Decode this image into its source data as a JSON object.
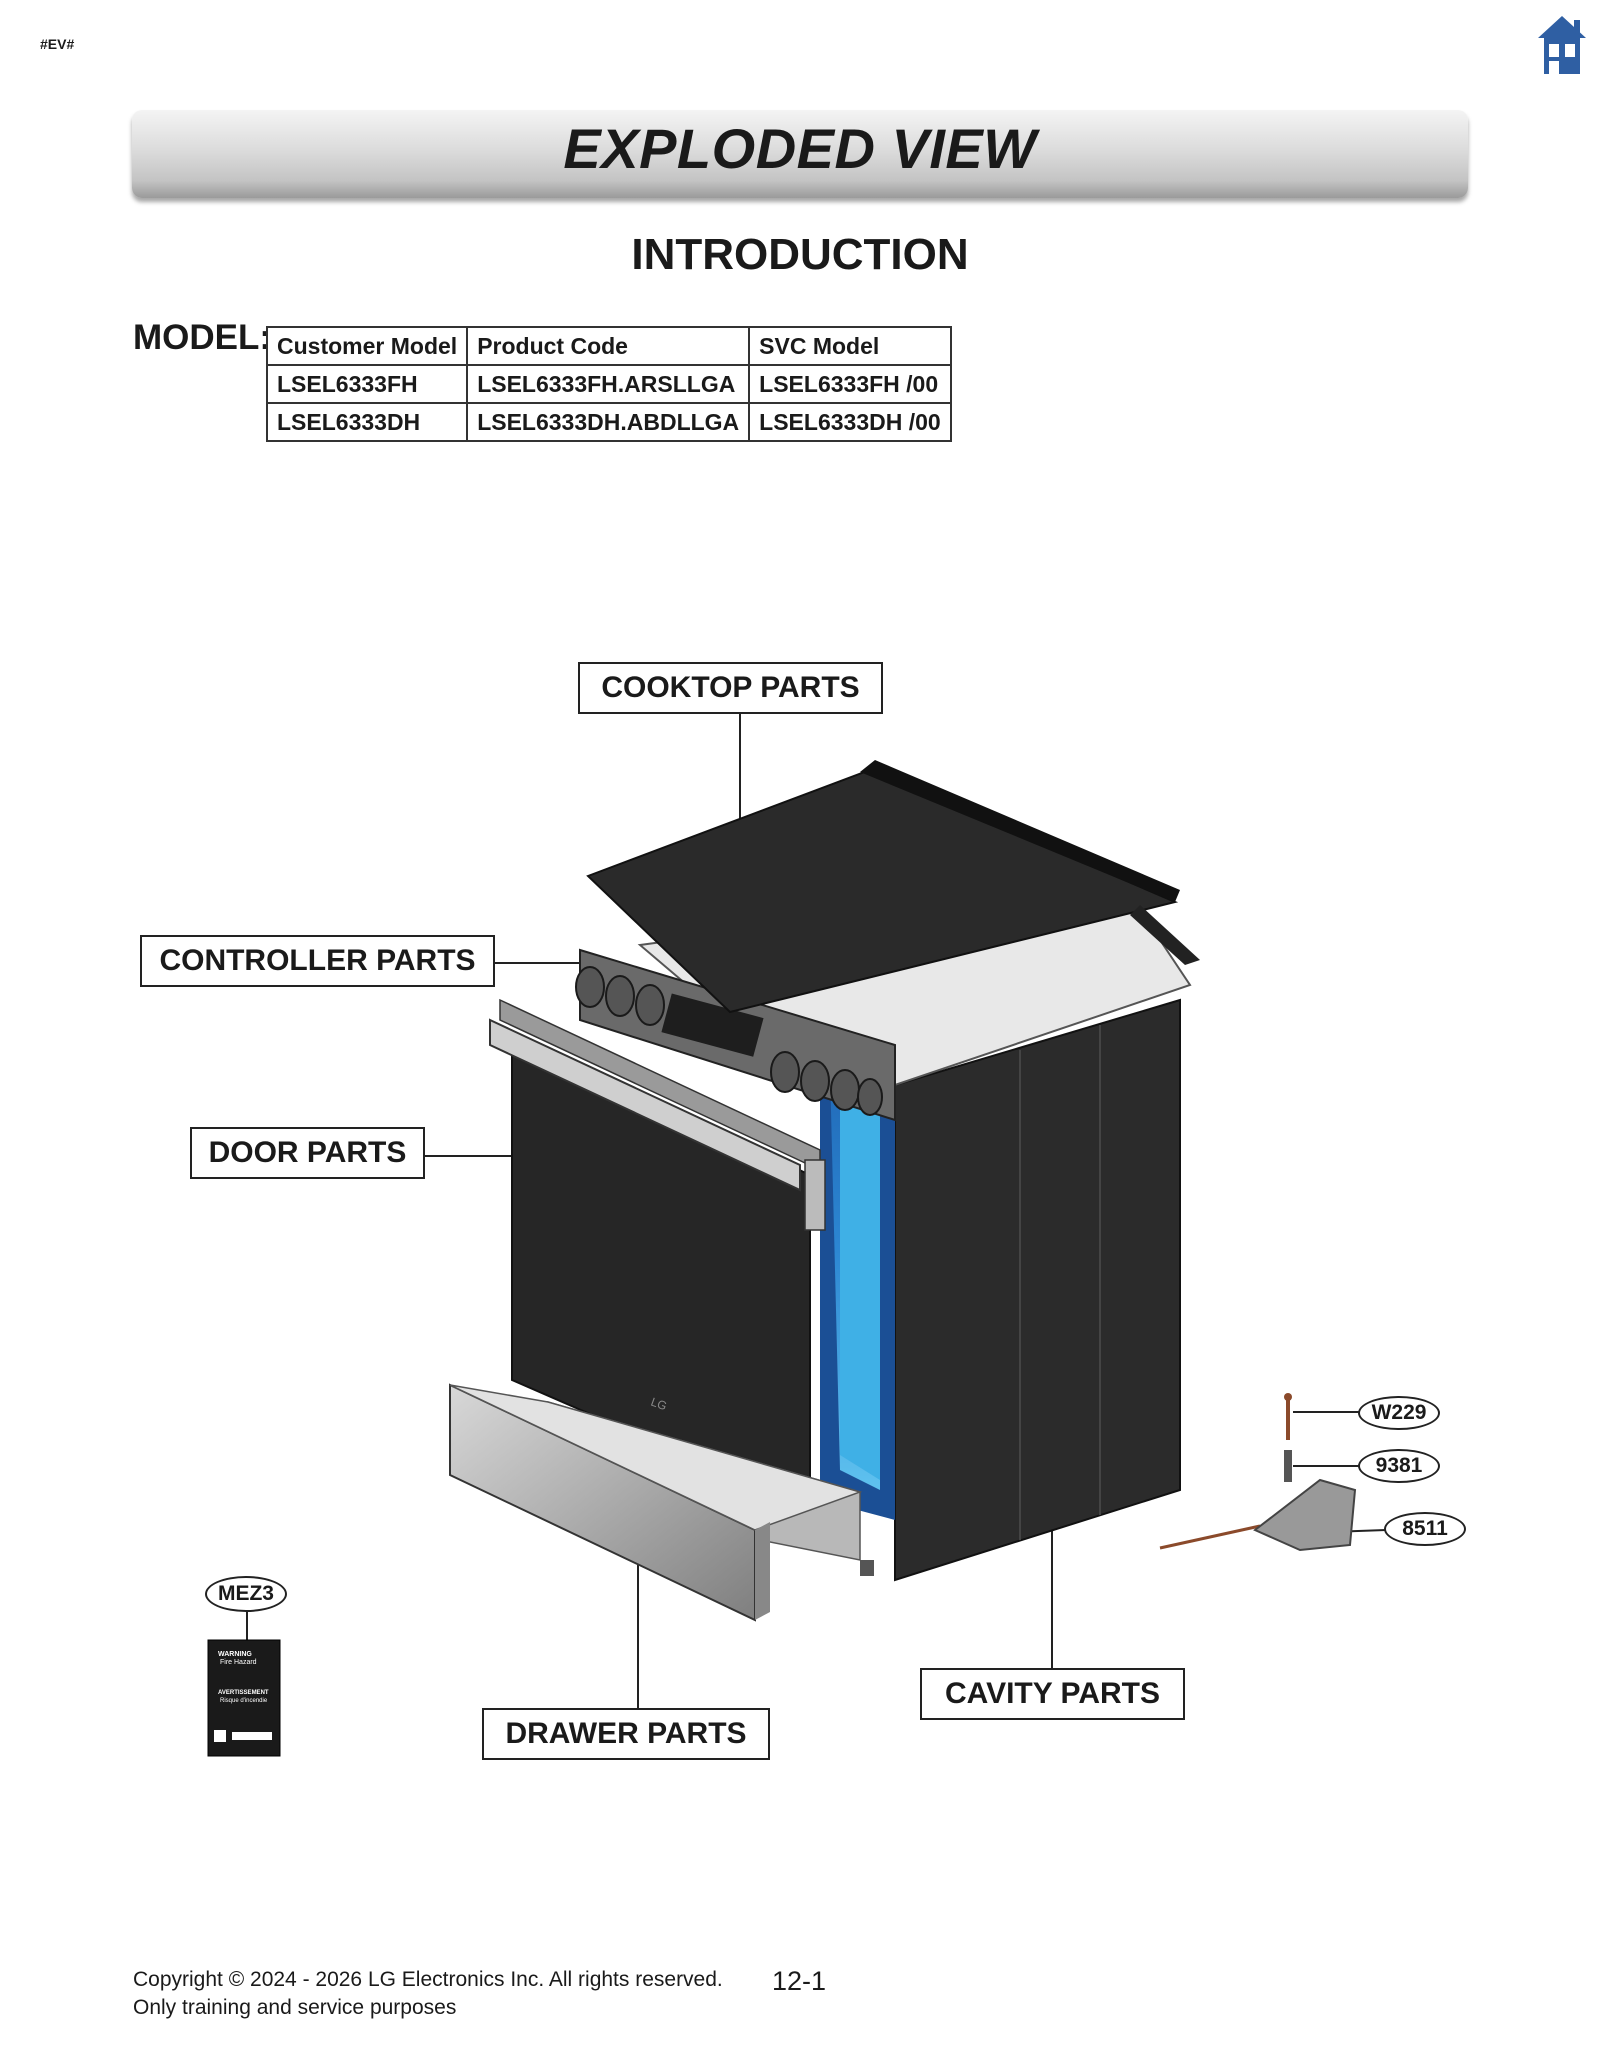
{
  "header": {
    "tag": "#EV#",
    "home_icon": "home-icon",
    "banner_title": "EXPLODED VIEW",
    "section_title": "INTRODUCTION"
  },
  "model": {
    "label": "MODEL:",
    "columns": [
      "Customer Model",
      "Product Code",
      "SVC Model"
    ],
    "rows": [
      [
        "LSEL6333FH",
        "LSEL6333FH.ARSLLGA",
        "LSEL6333FH  /00"
      ],
      [
        "LSEL6333DH",
        "LSEL6333DH.ABDLLGA",
        "LSEL6333DH  /00"
      ]
    ]
  },
  "diagram": {
    "callouts": {
      "cooktop": "COOKTOP PARTS",
      "controller": "CONTROLLER PARTS",
      "door": "DOOR PARTS",
      "drawer": "DRAWER PARTS",
      "cavity": "CAVITY PARTS"
    },
    "part_codes": {
      "w229": "W229",
      "p9381": "9381",
      "p8511": "8511",
      "mez3": "MEZ3"
    },
    "label_text": {
      "warning": "WARNING",
      "fire_hazard": "Fire Hazard",
      "avertissement": "AVERTISSEMENT",
      "risque": "Risque d'incendie"
    },
    "brand_mark": "LG"
  },
  "footer": {
    "copyright": "Copyright © 2024 - 2026 LG Electronics Inc. All rights reserved.",
    "purpose": "Only training and service purposes",
    "page": "12-1"
  },
  "colors": {
    "home_icon": "#2f5fa3",
    "cavity_blue": "#2b8fd6",
    "panel_dark": "#2a2a2a"
  }
}
